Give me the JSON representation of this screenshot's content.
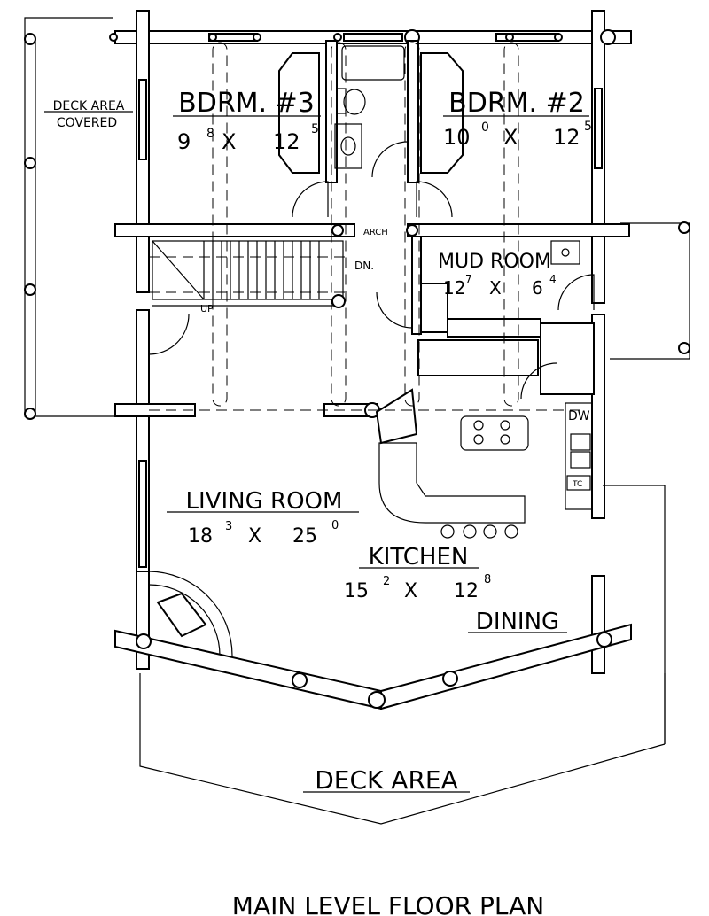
{
  "rooms": {
    "bdrm3": {
      "name": "BDRM. #3",
      "w": "9",
      "w_sup": "8",
      "x": "X",
      "d": "12",
      "d_sup": "5"
    },
    "bdrm2": {
      "name": "BDRM. #2",
      "w": "10",
      "w_sup": "0",
      "x": "X",
      "d": "12",
      "d_sup": "5"
    },
    "mud": {
      "name": "MUD ROOM",
      "w": "12",
      "w_sup": "7",
      "x": "X",
      "d": "6",
      "d_sup": "4"
    },
    "living": {
      "name": "LIVING ROOM",
      "w": "18",
      "w_sup": "3",
      "x": "X",
      "d": "25",
      "d_sup": "0"
    },
    "kitchen": {
      "name": "KITCHEN",
      "w": "15",
      "w_sup": "2",
      "x": "X",
      "d": "12",
      "d_sup": "8"
    },
    "dining": {
      "name": "DINING"
    }
  },
  "deck_covered": {
    "line1": "DECK AREA",
    "line2": "COVERED"
  },
  "deck_main": "DECK AREA",
  "labels": {
    "arch": "ARCH",
    "dn": "DN.",
    "up": "UP",
    "dw": "DW",
    "tc": "TC"
  },
  "title": "MAIN LEVEL FLOOR PLAN"
}
